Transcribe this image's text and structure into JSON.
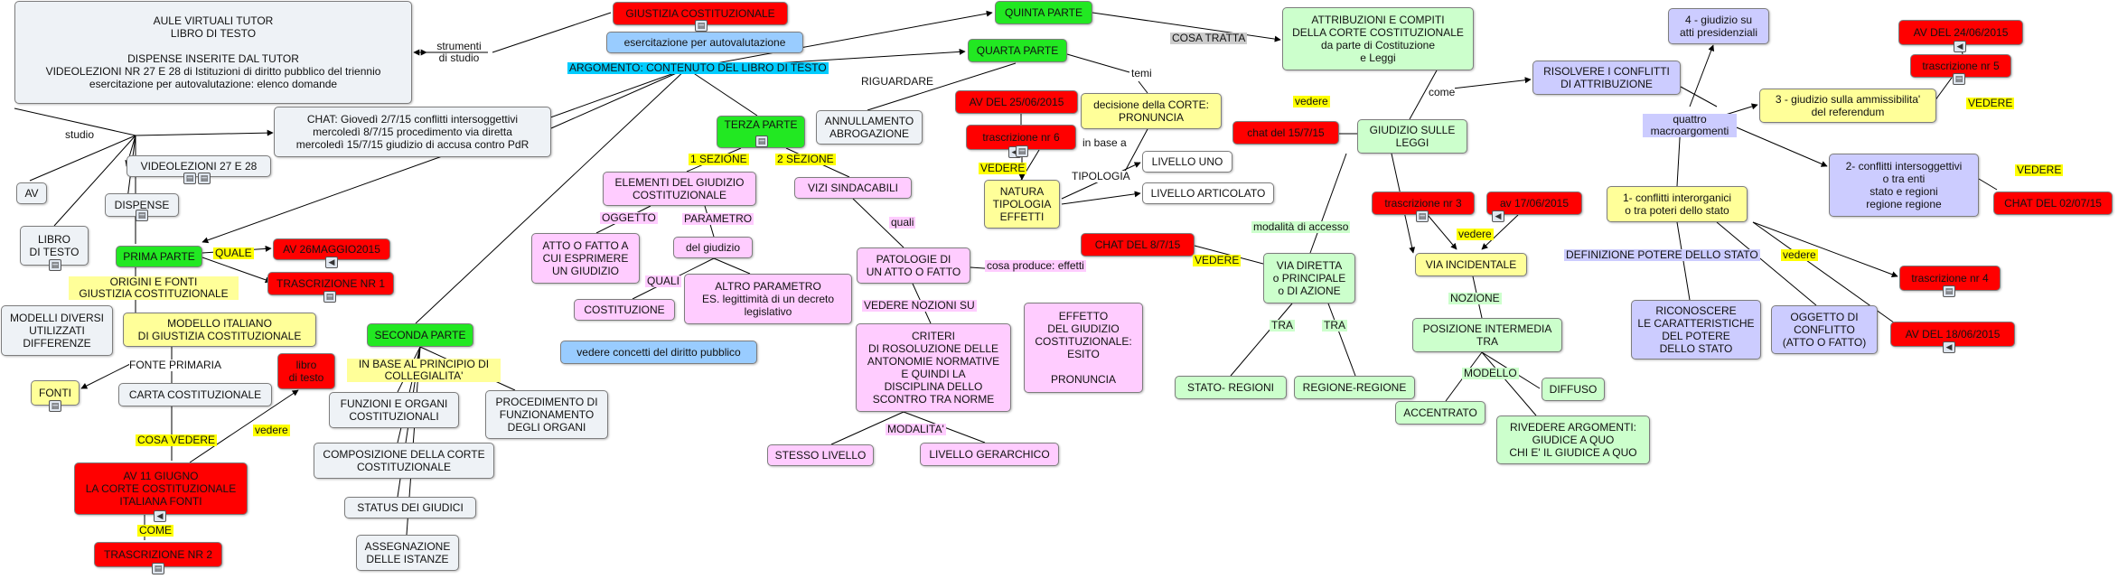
{
  "colors": {
    "grey": "#eef2f6",
    "red": "#ff0000",
    "green": "#22e822",
    "lightgreen": "#ccffcc",
    "pink": "#ffccff",
    "yellow": "#ffff99",
    "lavender": "#ccccff",
    "blue": "#99ccff",
    "label_yellow": "#ffff00",
    "label_cyan": "#00ccff"
  },
  "nodes": {
    "aule": "AULE VIRTUALI TUTOR\nLIBRO DI TESTO\n\nDISPENSE INSERITE DAL TUTOR\nVIDEOLEZIONI NR 27 E 28 di Istituzioni di diritto pubblico del triennio\nesercitazione per autovalutazione: elenco domande",
    "giustizia": "GIUSTIZIA COSTITUZIONALE",
    "esercitazione": "esercitazione per autovalutazione",
    "chat": "CHAT: Giovedì 2/7/15 conflitti intersoggettivi\nmercoledì 8/7/15 procedimento via diretta\nmercoledì 15/7/15 giudizio di accusa contro PdR",
    "av": "AV",
    "video": "VIDEOLEZIONI 27 E 28",
    "dispense": "DISPENSE",
    "libro": "LIBRO\nDI TESTO",
    "prima": "PRIMA PARTE",
    "av26": "AV 26MAGGIO2015",
    "trascr1": "TRASCRIZIONE NR 1",
    "modelli": "MODELLI DIVERSI\nUTILIZZATI\nDIFFERENZE",
    "modello_it": "MODELLO ITALIANO\nDI GIUSTIZIA COSTITUZIONALE",
    "fonti": "FONTI",
    "carta": "CARTA COSTITUZIONALE",
    "av11": "AV 11 GIUGNO\nLA CORTE COSTITUZIONALE\nITALIANA   FONTI",
    "trascr2": "TRASCRIZIONE NR 2",
    "libro_testo": "libro\ndi testo",
    "seconda": "SECONDA PARTE",
    "funzioni": "FUNZIONI E ORGANI\nCOSTITUZIONALI",
    "procedimento": "PROCEDIMENTO DI\nFUNZIONAMENTO\nDEGLI ORGANI",
    "composizione": "COMPOSIZIONE DELLA CORTE\nCOSTITUZIONALE",
    "status": "STATUS DEI GIUDICI",
    "assegnazione": "ASSEGNAZIONE\nDELLE ISTANZE",
    "terza": "TERZA PARTE",
    "quarta": "QUARTA PARTE",
    "quinta": "QUINTA PARTE",
    "annullamento": "ANNULLAMENTO\nABROGAZIONE",
    "elementi": "ELEMENTI DEL GIUDIZIO\nCOSTITUZIONALE",
    "atto_fatto": "ATTO O FATTO A\nCUI ESPRIMERE\nUN GIUDIZIO",
    "del_giudizio": "del giudizio",
    "costituzione": "COSTITUZIONE",
    "altro_param": "ALTRO PARAMETRO\nES. legittimità di un decreto\nlegislativo",
    "vedere_concetti": "vedere concetti del diritto pubblico",
    "vizi": "VIZI SINDACABILI",
    "patologie": "PATOLOGIE DI\nUN ATTO O FATTO",
    "criteri": "CRITERI\nDI ROSOLUZIONE DELLE\nANTONOMIE NORMATIVE\nE QUINDI LA\nDISCIPLINA DELLO\nSCONTRO TRA NORME",
    "stesso": "STESSO LIVELLO",
    "gerarchico": "LIVELLO GERARCHICO",
    "effetto": "EFFETTO\nDEL GIUDIZIO\nCOSTITUZIONALE:\nESITO\n\nPRONUNCIA",
    "av25": "AV DEL 25/06/2015",
    "trascr6": "trascrizione nr 6",
    "natura": "NATURA\nTIPOLOGIA\nEFFETTI",
    "decisione": "decisione della CORTE:\nPRONUNCIA",
    "livello_uno": "LIVELLO UNO",
    "articolato": "LIVELLO ARTICOLATO",
    "attribuzioni": "ATTRIBUZIONI E COMPITI\nDELLA CORTE COSTITUZIONALE\nda parte di Costituzione\ne Leggi",
    "chat157": "chat del 15/7/15",
    "giudizio_leggi": "GIUDIZIO SULLE\nLEGGI",
    "chat87": "CHAT DEL  8/7/15",
    "via_diretta": "VIA DIRETTA\no PRINCIPALE\no DI AZIONE",
    "stato_regioni": "STATO-  REGIONI",
    "regione_regione": "REGIONE-REGIONE",
    "trascr3": "trascrizione nr 3",
    "av17": "av 17/06/2015",
    "via_incidentale": "VIA INCIDENTALE",
    "posizione": "POSIZIONE INTERMEDIA\nTRA",
    "accentrato": "ACCENTRATO",
    "diffuso": "DIFFUSO",
    "rivedere": "RIVEDERE ARGOMENTI:\nGIUDICE A QUO\nCHI E' IL GIUDICE A QUO",
    "risolvere": "RISOLVERE I CONFLITTI\nDI ATTRIBUZIONE",
    "giudizio4": "4 - giudizio su\natti presidenziali",
    "giudizio3": "3 - giudizio sulla ammissibilita'\ndel referendum",
    "av24": "AV DEL 24/06/2015",
    "trascr5": "trascrizione nr 5",
    "conflitti2": "2- conflitti intersoggettivi\no tra enti\nstato e regioni\nregione regione",
    "chat27": "CHAT DEL 02/07/15",
    "conflitti1": "1- conflitti interorganici\no tra poteri dello stato",
    "trascr4": "trascrizione nr 4",
    "av18": "AV DEL 18/06/2015",
    "riconoscere": "RICONOSCERE\nLE CARATTERISTICHE\nDEL POTERE\nDELLO STATO",
    "oggetto": "OGGETTO DI\nCONFLITTO\n(ATTO O FATTO)"
  },
  "labels": {
    "strumenti": "strumenti\ndi studio",
    "argomento": "ARGOMENTO: CONTENUTO DEL LIBRO DI TESTO",
    "studio": "studio",
    "quale": "QUALE",
    "origini": "ORIGINI E FONTI\nGIUSTIZIA COSTITUZIONALE",
    "fonte_primaria": "FONTE PRIMARIA",
    "cosa_vedere": "COSA VEDERE",
    "come": "COME",
    "vedere1": "vedere",
    "in_base": "IN BASE AL PRINCIPIO DI\nCOLLEGIALITA'",
    "riguardare": "RIGUARDARE",
    "sezione1": "1 SEZIONE",
    "sezione2": "2 SEZIONE",
    "oggetto_l": "OGGETTO",
    "parametro": "PARAMETRO",
    "quali1": "QUALI",
    "quali2": "quali",
    "cosa_produce": "cosa produce: effetti",
    "vedere_nozioni": "VEDERE NOZIONI SU",
    "modalita": "MODALITA'",
    "vedere2": "VEDERE",
    "in_base_a": "in base a",
    "tipologia": "TIPOLOGIA",
    "temi": "temi",
    "cosa_tratta": "COSA TRATTA",
    "vedere3": "vedere",
    "come2": "come",
    "modalita_accesso": "modalità di accesso",
    "vedere4": "VEDERE",
    "tra1": "TRA",
    "tra2": "TRA",
    "vedere5": "vedere",
    "nozione": "NOZIONE",
    "modello": "MODELLO",
    "quattro": "quattro\nmacroargomenti",
    "vedere6": "VEDERE",
    "vedere7": "VEDERE",
    "definizione": "DEFINIZIONE POTERE DELLO STATO",
    "vedere8": "vedere"
  },
  "resource_icon": "document-icon"
}
